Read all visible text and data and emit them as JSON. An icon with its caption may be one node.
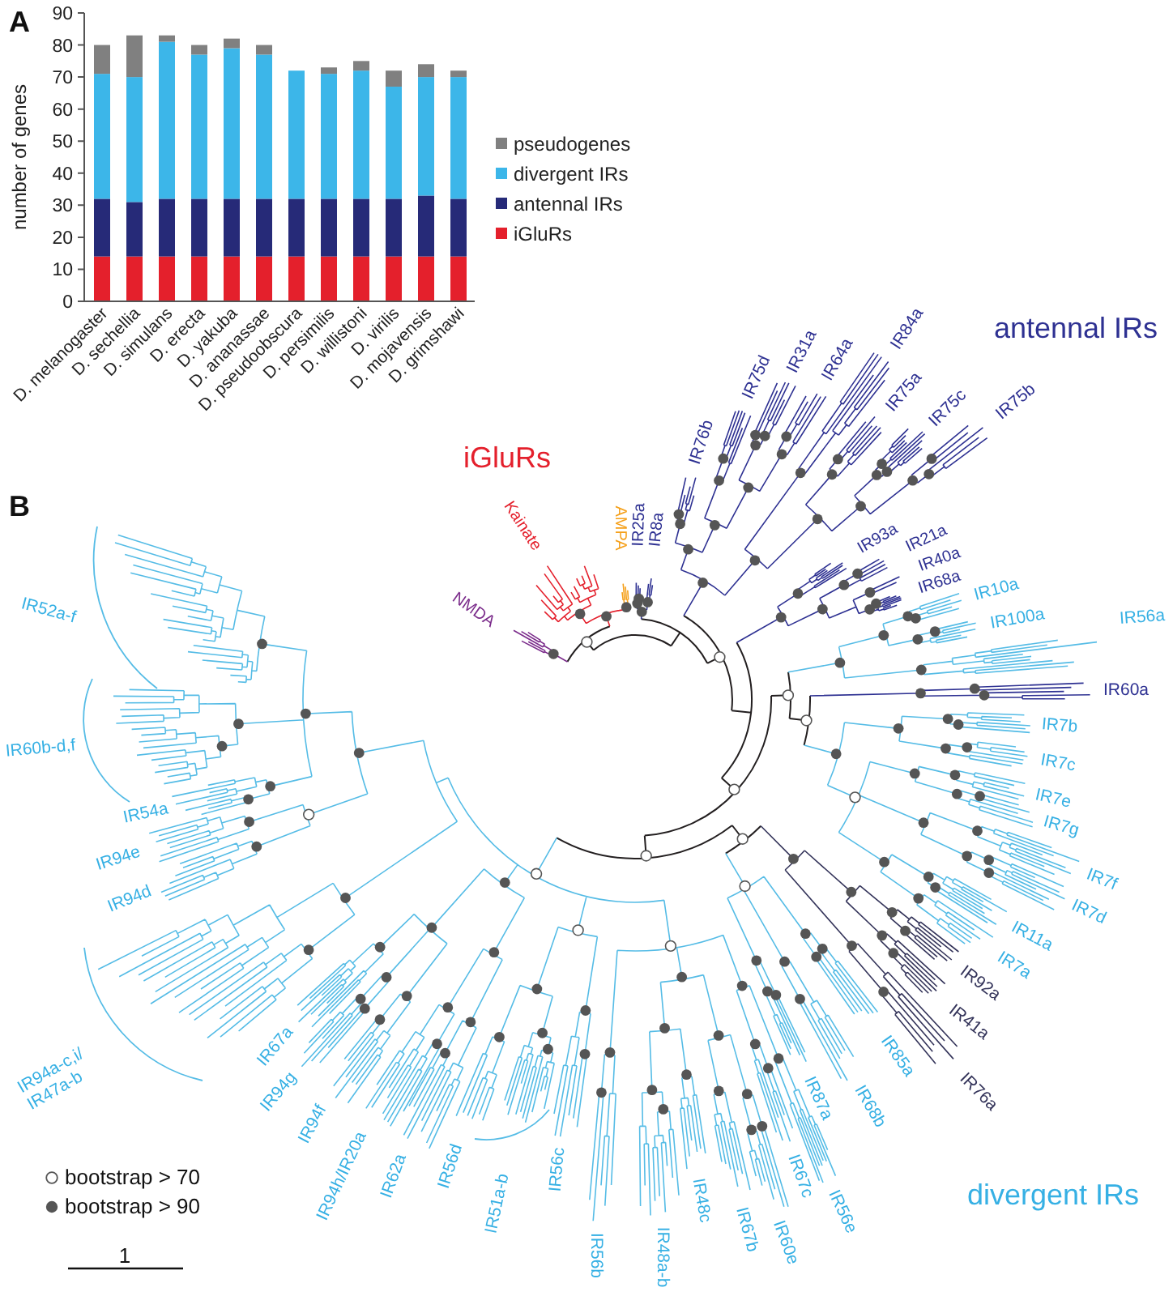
{
  "diagram": {
    "labels": [
      "A",
      "B",
      "iGluRs",
      "antennal IRs",
      "Kainate",
      "AMPA",
      "NMDA",
      "IR25a",
      "IR8a",
      "IR76b",
      "IR75d",
      "IR31a",
      "IR64a",
      "IR84a",
      "IR75a",
      "IR75c",
      "IR75b",
      "IR93a",
      "IR21a",
      "IR40a",
      "IR68a",
      "IR10a",
      "IR100a",
      "IR56a",
      "IR60a",
      "IR7b",
      "IR7c",
      "IR7e",
      "IR7g",
      "IR7f",
      "IR7d",
      "IR11a",
      "IR7a",
      "IR92a",
      "IR41a",
      "IR76a",
      "IR85a",
      "IR68b",
      "IR87a",
      "IR56e",
      "IR67c",
      "IR60e",
      "IR67b",
      "IR48c",
      "IR48a-b",
      "IR56b",
      "IR56c",
      "IR51a-b",
      "IR56d",
      "IR62a",
      "IR94h/IR20a",
      "IR94f",
      "IR94g",
      "IR67a",
      "IR94a-c,i/ IR47a-b",
      "IR94d",
      "IR94e",
      "IR54a",
      "IR60b-d,f",
      "IR52a-f",
      "divergent IRs",
      "1"
    ],
    "legend": [
      {
        "text": "bootstrap > 70"
      },
      {
        "text": "bootstrap > 90"
      }
    ],
    "chart_data": {
      "type": "bar",
      "ylabel": "number of genes",
      "categories": [
        "D. melanogaster",
        "D. sechellia",
        "D. simulans",
        "D. erecta",
        "D. yakuba",
        "D. ananassae",
        "D. pseudoobscura",
        "D. persimilis",
        "D. willistoni",
        "D. virilis",
        "D. mojavensis",
        "D. grimshawi"
      ],
      "series": [
        {
          "name": "iGluRs",
          "color": "#e4202c",
          "values": [
            14,
            14,
            14,
            14,
            14,
            14,
            14,
            14,
            14,
            14,
            14,
            14
          ]
        },
        {
          "name": "antennal IRs",
          "color": "#262a78",
          "values": [
            18,
            17,
            18,
            18,
            18,
            18,
            18,
            18,
            18,
            18,
            19,
            18
          ]
        },
        {
          "name": "divergent IRs",
          "color": "#3cb6e9",
          "values": [
            39,
            39,
            49,
            45,
            47,
            45,
            40,
            39,
            40,
            35,
            37,
            38
          ]
        },
        {
          "name": "pseudogenes",
          "color": "#808080",
          "values": [
            9,
            13,
            2,
            3,
            3,
            3,
            0,
            2,
            3,
            5,
            4,
            2
          ]
        }
      ],
      "ylim": [
        0,
        90
      ],
      "yticks": [
        0,
        10,
        20,
        30,
        40,
        50,
        60,
        70,
        80,
        90
      ],
      "stacked": true,
      "legend": "right"
    }
  }
}
